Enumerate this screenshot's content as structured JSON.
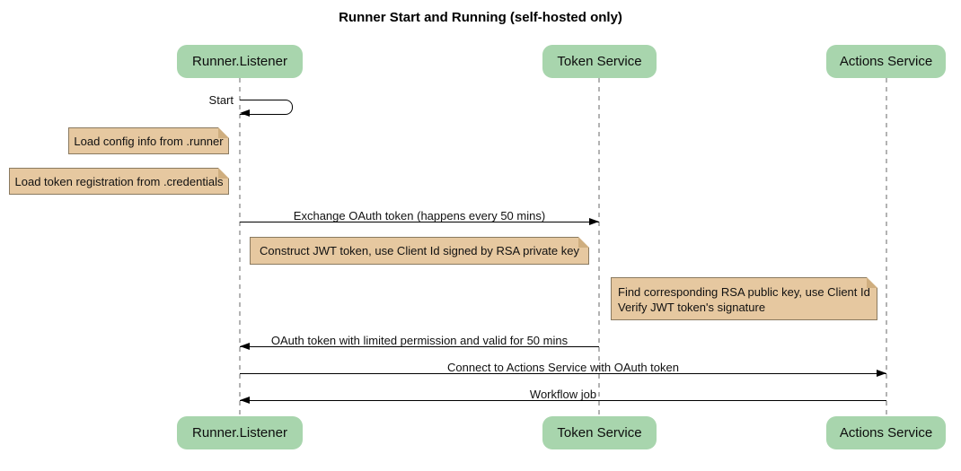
{
  "title": "Runner Start and Running (self-hosted only)",
  "participants": [
    {
      "label": "Runner.Listener"
    },
    {
      "label": "Token Service"
    },
    {
      "label": "Actions Service"
    }
  ],
  "messages": [
    {
      "from": "Runner.Listener",
      "to": "Runner.Listener",
      "label": "Start",
      "kind": "self"
    },
    {
      "from": "Runner.Listener",
      "to": "Token Service",
      "label": "Exchange OAuth token (happens every 50 mins)",
      "kind": "solid-right"
    },
    {
      "from": "Token Service",
      "to": "Runner.Listener",
      "label": "OAuth token with limited permission and valid for 50 mins",
      "kind": "solid-left"
    },
    {
      "from": "Runner.Listener",
      "to": "Actions Service",
      "label": "Connect to Actions Service with OAuth token",
      "kind": "solid-right"
    },
    {
      "from": "Actions Service",
      "to": "Runner.Listener",
      "label": "Workflow job",
      "kind": "solid-left"
    }
  ],
  "notes": [
    {
      "text": "Load config info from .runner",
      "position": "left of Runner.Listener"
    },
    {
      "text": "Load token registration from .credentials",
      "position": "left of Runner.Listener"
    },
    {
      "text": "Construct JWT token, use Client Id signed by RSA private key",
      "position": "over Runner.Listener and Token Service"
    },
    {
      "lines": [
        "Find corresponding RSA public key, use Client Id",
        "Verify JWT token's signature"
      ],
      "position": "left of Actions Service"
    }
  ],
  "colors": {
    "participant_fill": "#a8d5ad",
    "note_fill": "#e6c8a0",
    "note_border": "#8a7a60",
    "lifeline": "#b3b3b3",
    "arrow": "#000000",
    "background": "#ffffff",
    "text": "#111111"
  }
}
